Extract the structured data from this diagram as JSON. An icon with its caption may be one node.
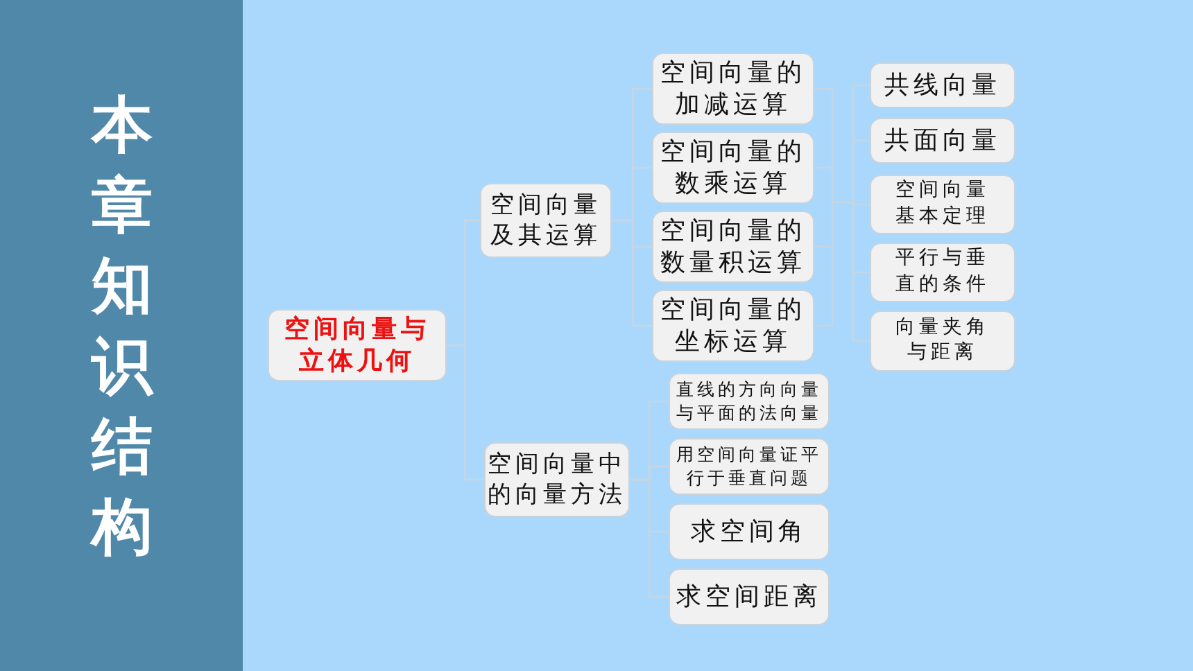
{
  "diagram": {
    "title": "本章知识结构",
    "nodes": [
      {
        "text": [
          "空间向量与立体几何"
        ]
      },
      {
        "text": [
          "空间向量及其运算"
        ]
      },
      {
        "text": [
          "空间向量中的向量方法"
        ]
      },
      {
        "text": [
          "空间向量的加减运算"
        ]
      },
      {
        "text": [
          "空间向量的数乘运算"
        ]
      },
      {
        "text": [
          "空间向量的数量积运算"
        ]
      },
      {
        "text": [
          "空间向量的坐标运算"
        ]
      },
      {
        "text": [
          "共线向量"
        ]
      },
      {
        "text": [
          "共面向量"
        ]
      },
      {
        "text": [
          "空间向量基本定理"
        ]
      },
      {
        "text": [
          "平行与垂直的条件"
        ]
      },
      {
        "text": [
          "向量夹角与距离"
        ]
      },
      {
        "text": [
          "直线的方向向量与平面的法向量"
        ]
      },
      {
        "text": [
          "用空间向量证平行于垂直问题"
        ]
      },
      {
        "text": [
          "求空间角"
        ]
      },
      {
        "text": [
          "求空间距离"
        ]
      }
    ],
    "edges": [
      {
        "from": 0,
        "to": 1,
        "arrow": "none"
      },
      {
        "from": 0,
        "to": 2,
        "arrow": "none"
      },
      {
        "from": 1,
        "to": 3,
        "arrow": "none"
      },
      {
        "from": 1,
        "to": 4,
        "arrow": "none"
      },
      {
        "from": 1,
        "to": 5,
        "arrow": "none"
      },
      {
        "from": 1,
        "to": 6,
        "arrow": "none"
      },
      {
        "from": 2,
        "to": 12,
        "arrow": "none"
      },
      {
        "from": 2,
        "to": 13,
        "arrow": "none"
      },
      {
        "from": 2,
        "to": 14,
        "arrow": "none"
      },
      {
        "from": 2,
        "to": 15,
        "arrow": "none"
      },
      {
        "from": 3,
        "to": 7,
        "arrow": "none"
      },
      {
        "from": 3,
        "to": 8,
        "arrow": "none"
      },
      {
        "from": 3,
        "to": 9,
        "arrow": "none"
      },
      {
        "from": 3,
        "to": 10,
        "arrow": "none"
      },
      {
        "from": 3,
        "to": 11,
        "arrow": "none"
      },
      {
        "from": 4,
        "to": 7,
        "arrow": "none"
      },
      {
        "from": 4,
        "to": 8,
        "arrow": "none"
      },
      {
        "from": 4,
        "to": 9,
        "arrow": "none"
      },
      {
        "from": 4,
        "to": 10,
        "arrow": "none"
      },
      {
        "from": 4,
        "to": 11,
        "arrow": "none"
      },
      {
        "from": 5,
        "to": 7,
        "arrow": "none"
      },
      {
        "from": 5,
        "to": 8,
        "arrow": "none"
      },
      {
        "from": 5,
        "to": 9,
        "arrow": "none"
      },
      {
        "from": 5,
        "to": 10,
        "arrow": "none"
      },
      {
        "from": 5,
        "to": 11,
        "arrow": "none"
      },
      {
        "from": 6,
        "to": 7,
        "arrow": "none"
      },
      {
        "from": 6,
        "to": 8,
        "arrow": "none"
      },
      {
        "from": 6,
        "to": 9,
        "arrow": "none"
      },
      {
        "from": 6,
        "to": 10,
        "arrow": "none"
      },
      {
        "from": 6,
        "to": 11,
        "arrow": "none"
      }
    ]
  }
}
